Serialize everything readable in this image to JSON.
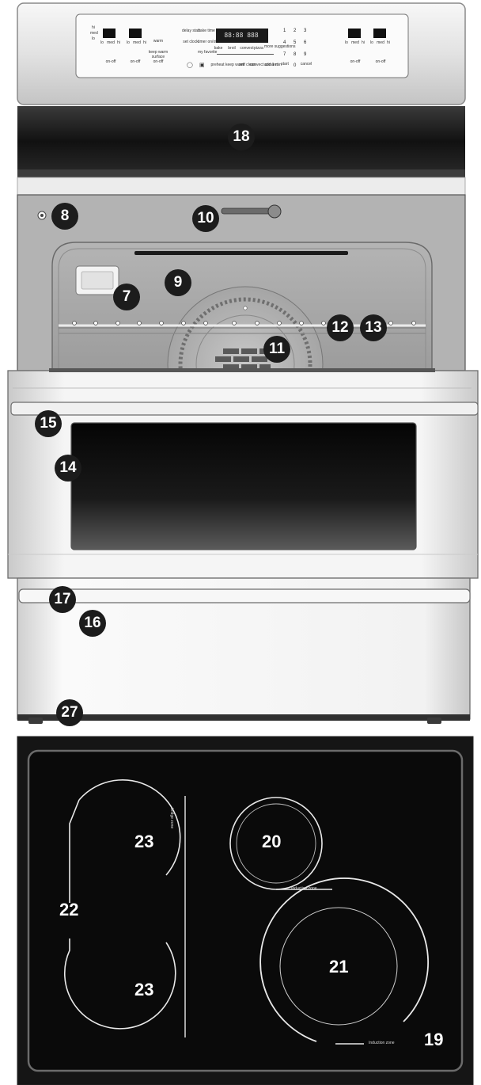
{
  "callouts": {
    "oven_light_switch": "8",
    "door_latch": "10",
    "interior_light": "7",
    "vent": "9",
    "convection_fan": "11",
    "rack_left": "12",
    "rack_right": "13",
    "door_gasket": "15",
    "oven_window": "14",
    "drawer_handle": "17",
    "drawer": "16",
    "leveling_leg": "27",
    "top_vent_panel": "18",
    "bridge_zone": "22",
    "left_zone_top": "23",
    "left_zone_bottom": "23",
    "rear_right_zone": "20",
    "front_right_zone": "21",
    "cooktop": "19"
  },
  "control_panel": {
    "left_pair": {
      "lo": "lo",
      "med": "med",
      "hi": "hi",
      "on_off": "on-off",
      "warm": "warm"
    },
    "left_side_labels": [
      "lo",
      "med",
      "hi"
    ],
    "warm_section": {
      "title": "warm",
      "options": [
        "hi",
        "med",
        "lo"
      ],
      "keep_warm": "keep warm",
      "surface": "surface",
      "on_off": "on-off"
    },
    "buttons": {
      "delay_start": "delay start",
      "bake_time": "bake time",
      "set_clock": "set clock",
      "timer": "timer on/off",
      "my_favorite": "my favorite",
      "bake": "bake",
      "broil": "broil",
      "convect": "convect",
      "pizza": "pizza",
      "more_suggestions": "more suggestions",
      "preheat": "preheat",
      "keep_warm": "keep warm",
      "self_clean": "self clean",
      "convect_convert": "convect convert",
      "add_minute": "add 1 min",
      "start": "start",
      "cancel": "cancel"
    },
    "display": "88:88 888",
    "keypad": [
      "1",
      "2",
      "3",
      "4",
      "5",
      "6",
      "7",
      "8",
      "9",
      "0"
    ],
    "right_pair": {
      "lo": "lo",
      "med": "med",
      "hi": "hi",
      "on_off": "on-off"
    }
  },
  "cooktop": {
    "rear_right_label": "Induction zone",
    "front_right_label": "Induction zone",
    "bridge_label": "bridge zone"
  },
  "colors": {
    "stainless_light": "#f4f4f4",
    "stainless_dark": "#b9b9b9",
    "black_glass": "#0c0c0c",
    "callout_fill": "#1c1c1c",
    "interior_gray": "#a9a9a9"
  }
}
